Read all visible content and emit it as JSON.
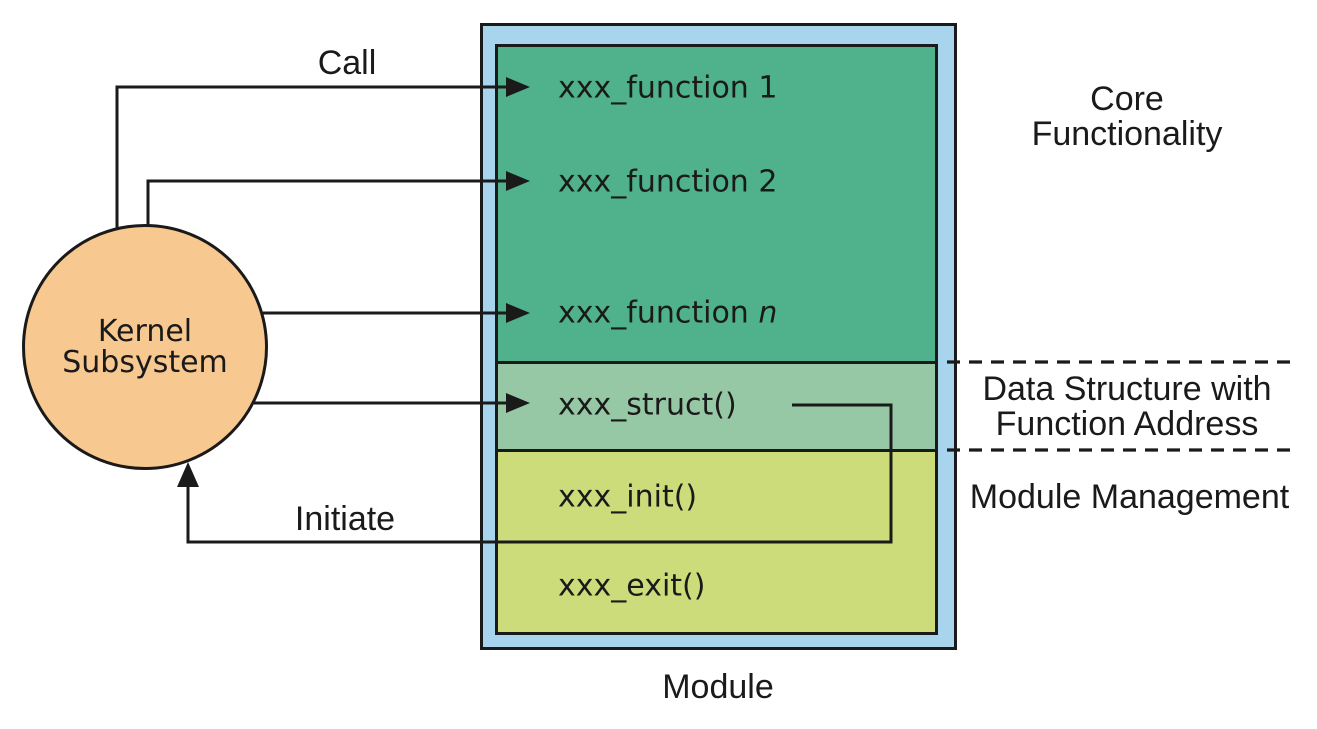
{
  "colors": {
    "circle-fill": "#F7C88F",
    "module-frame": "#A9D4EE",
    "core-fill": "#4FB28C",
    "struct-fill": "#97C8A6",
    "mgmt-fill": "#CDDC7B",
    "line": "#1A1A1A"
  },
  "kernel": {
    "line1": "Kernel",
    "line2": "Subsystem"
  },
  "arrows": {
    "call_label": "Call",
    "initiate_label": "Initiate"
  },
  "module": {
    "caption": "Module",
    "functions": {
      "f1": "xxx_function 1",
      "f2": "xxx_function 2",
      "fn_prefix": "xxx_function ",
      "fn_var": "n",
      "struct": "xxx_struct()",
      "init": "xxx_init()",
      "exit": "xxx_exit()"
    }
  },
  "annotations": {
    "core_line1": "Core",
    "core_line2": "Functionality",
    "data_line1": "Data Structure with",
    "data_line2": "Function Address",
    "mgmt": "Module Management"
  }
}
